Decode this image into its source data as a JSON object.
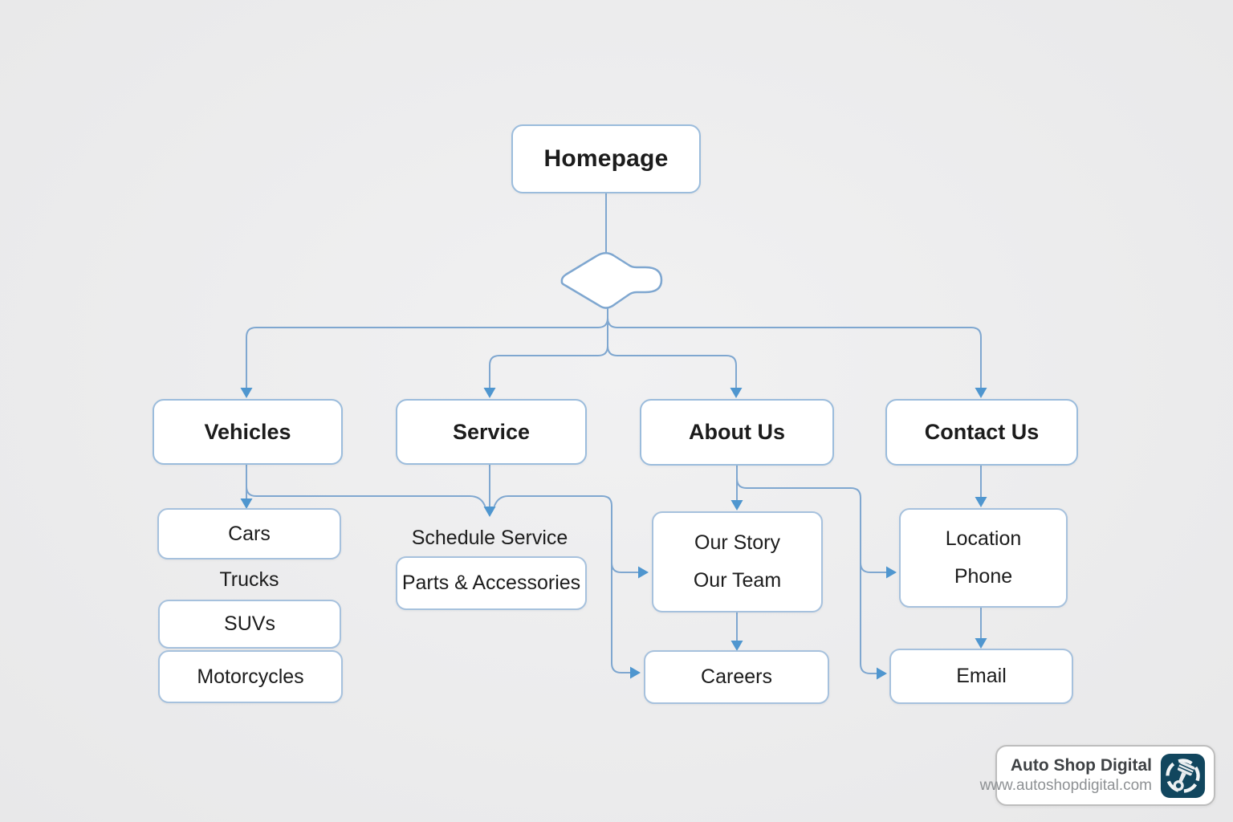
{
  "nodes": {
    "homepage": "Homepage",
    "vehicles": "Vehicles",
    "service": "Service",
    "about": "About Us",
    "contact": "Contact Us",
    "cars": "Cars",
    "trucks": "Trucks",
    "suvs": "SUVs",
    "motorcycles": "Motorcycles",
    "schedule_service": "Schedule Service",
    "parts_accessories": "Parts & Accessories",
    "our_story": "Our Story",
    "our_team": "Our Team",
    "careers": "Careers",
    "location": "Location",
    "phone": "Phone",
    "email": "Email"
  },
  "branding": {
    "name": "Auto Shop Digital",
    "url": "www.autoshopdigital.com",
    "icon": "piston-icon"
  },
  "colors": {
    "line": "#7fa7d0",
    "arrow": "#4f96cf",
    "node_border": "#9bbcdc",
    "node_fill": "#ffffff",
    "text": "#1c1c1c",
    "background": "#ededee",
    "logo_badge": "#11465e",
    "logo_text": "#3f4245",
    "logo_url_text": "#8e9194",
    "logo_border": "#bdbdbd"
  }
}
